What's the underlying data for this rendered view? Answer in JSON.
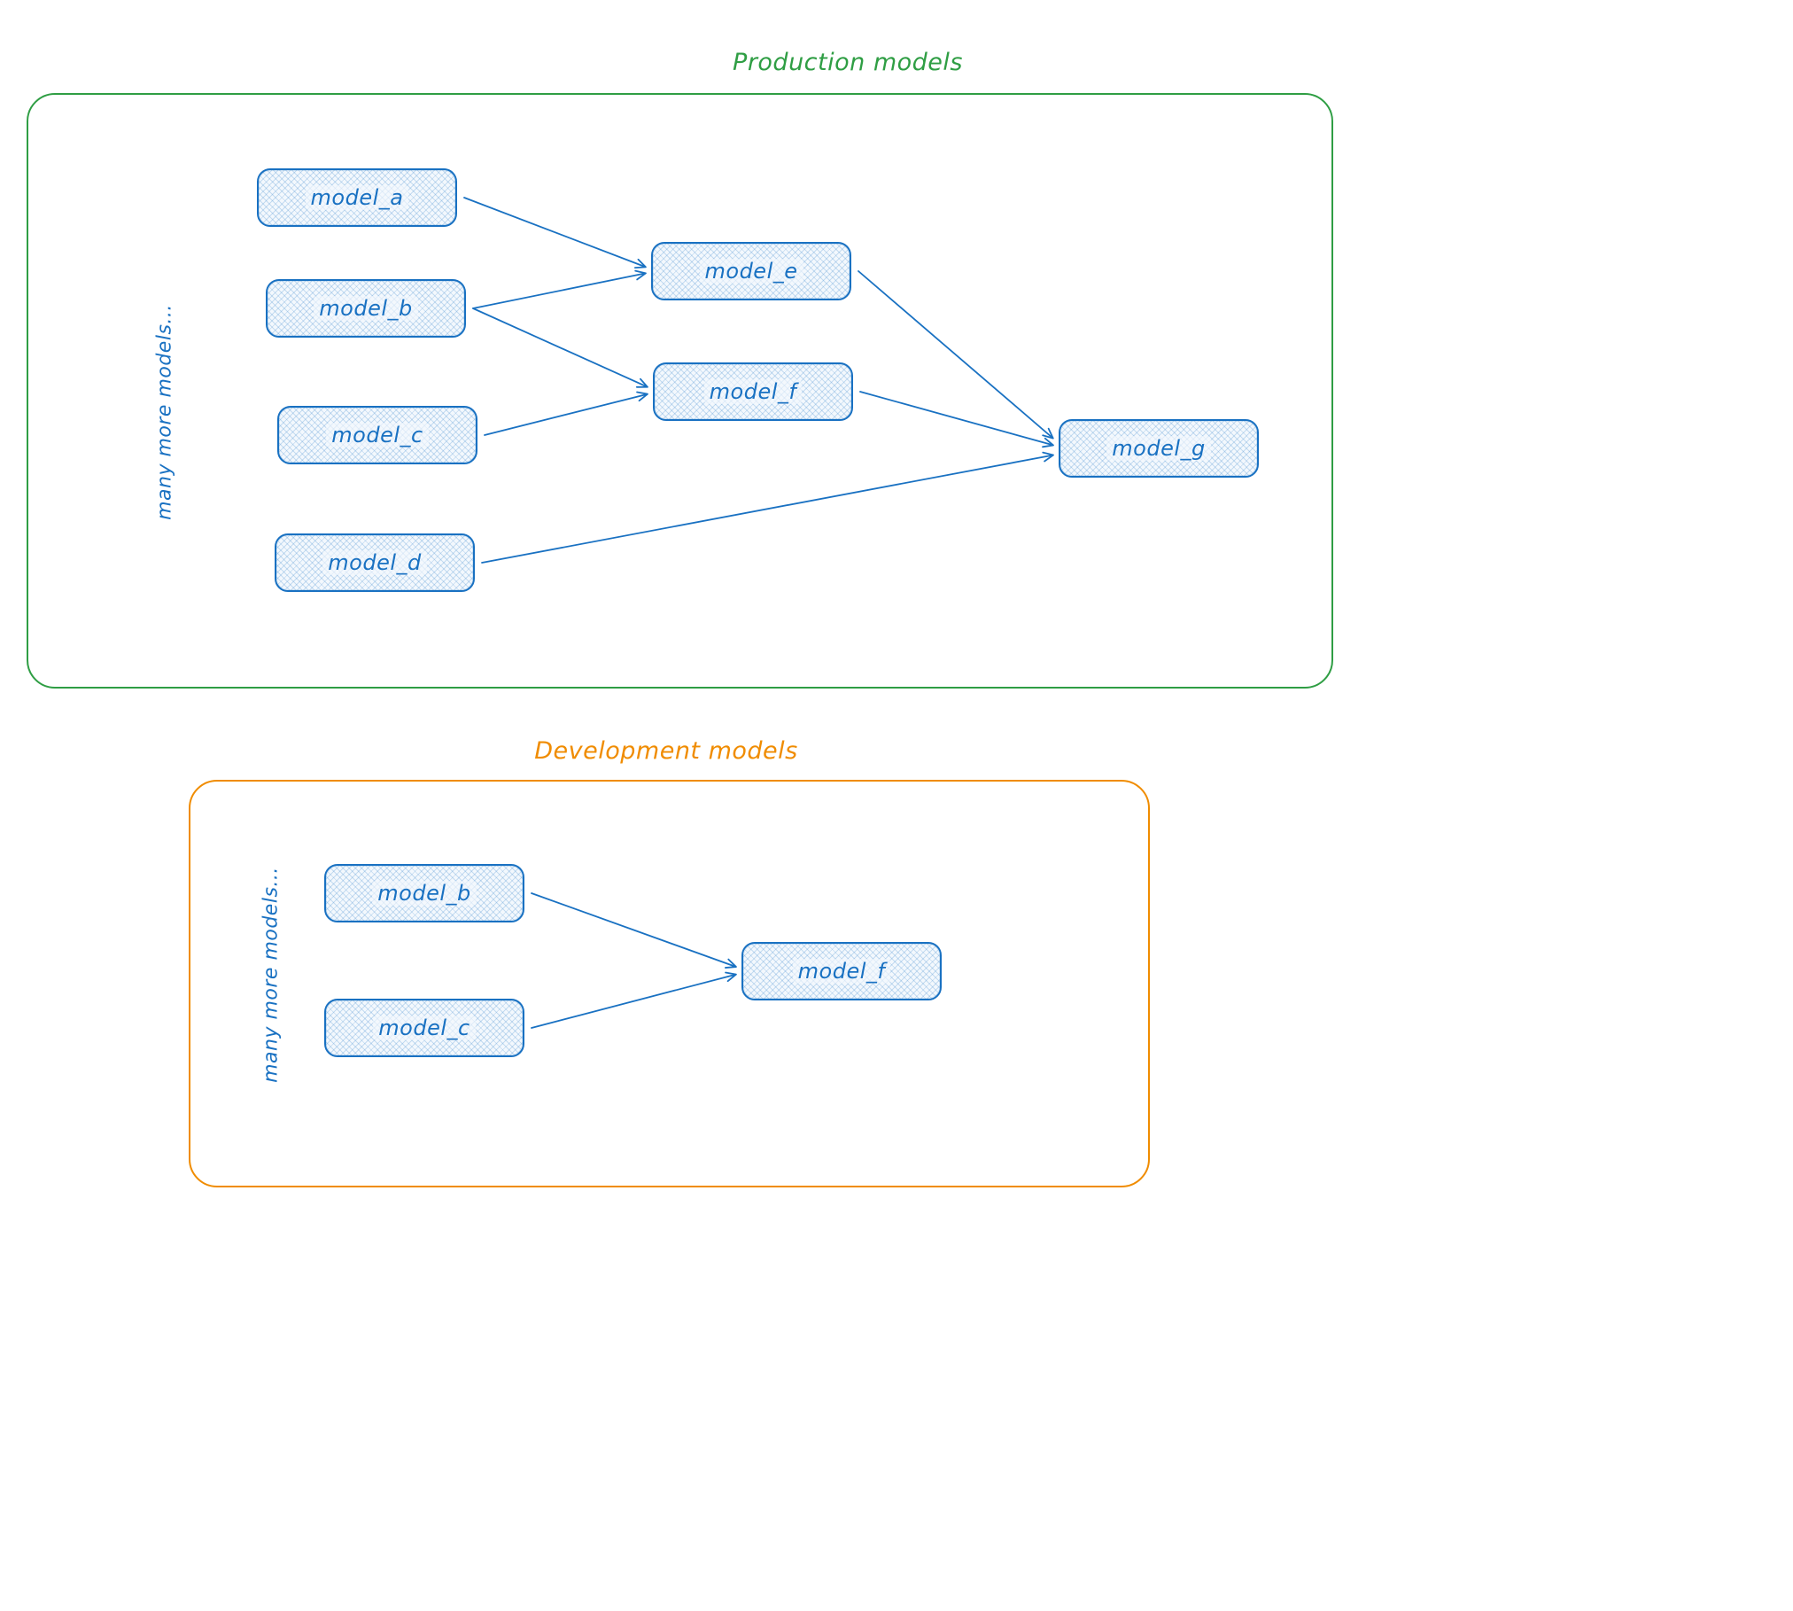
{
  "sections": {
    "production": {
      "title": "Production models",
      "side_label": "many more models...",
      "nodes": {
        "model_a": "model_a",
        "model_b": "model_b",
        "model_c": "model_c",
        "model_d": "model_d",
        "model_e": "model_e",
        "model_f": "model_f",
        "model_g": "model_g"
      },
      "edges": [
        {
          "from": "prod-model_a",
          "to": "prod-model_e"
        },
        {
          "from": "prod-model_b",
          "to": "prod-model_e"
        },
        {
          "from": "prod-model_b",
          "to": "prod-model_f"
        },
        {
          "from": "prod-model_c",
          "to": "prod-model_f"
        },
        {
          "from": "prod-model_e",
          "to": "prod-model_g"
        },
        {
          "from": "prod-model_f",
          "to": "prod-model_g"
        },
        {
          "from": "prod-model_d",
          "to": "prod-model_g"
        }
      ]
    },
    "development": {
      "title": "Development models",
      "side_label": "many more models...",
      "nodes": {
        "model_b": "model_b",
        "model_c": "model_c",
        "model_f": "model_f"
      },
      "edges": [
        {
          "from": "dev-model_b",
          "to": "dev-model_f"
        },
        {
          "from": "dev-model_c",
          "to": "dev-model_f"
        }
      ]
    },
    "colors": {
      "production_accent": "#2f9e44",
      "development_accent": "#f08c00",
      "node_accent": "#1971c2"
    }
  }
}
